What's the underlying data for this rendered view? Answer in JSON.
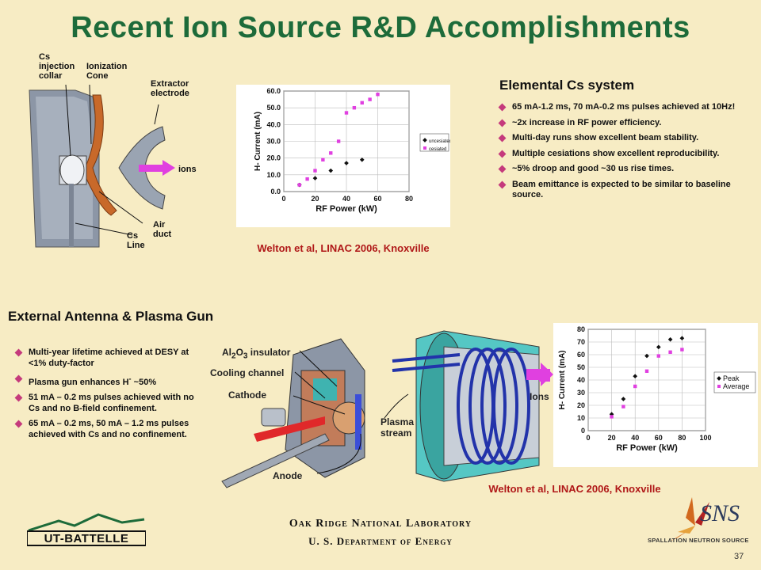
{
  "title": "Recent Ion Source R&D Accomplishments",
  "top_diagram": {
    "labels": {
      "cs_injection": "Cs injection collar",
      "ionization": "Ionization Cone",
      "extractor": "Extractor electrode",
      "ions": "ions",
      "air_duct": "Air duct",
      "cs_line": "Cs Line"
    }
  },
  "elemental": {
    "header": "Elemental Cs system",
    "bullets": [
      "65 mA-1.2 ms, 70 mA-0.2 ms pulses achieved at 10Hz!",
      "~2x increase in RF power efficiency.",
      "Multi-day runs show excellent beam stability.",
      "Multiple cesiations show excellent reproducibility.",
      "~5% droop and good ~30 us rise times.",
      "Beam emittance is expected to be similar to baseline source."
    ]
  },
  "citation_top": "Welton et al, LINAC 2006, Knoxville",
  "citation_bottom": "Welton et al, LINAC 2006, Knoxville",
  "external": {
    "header": "External Antenna & Plasma Gun",
    "bullets": [
      "Multi-year lifetime achieved at DESY at <1% duty-factor",
      "Plasma gun enhances H- ~50%",
      "51 mA – 0.2 ms pulses achieved with no Cs and no B-field confinement.",
      "65 mA – 0.2 ms, 50 mA – 1.2 ms pulses achieved with Cs and no confinement."
    ]
  },
  "bottom_diagram": {
    "labels": {
      "insulator": "Al2O3 insulator",
      "cooling": "Cooling channel",
      "cathode": "Cathode",
      "anode": "Anode",
      "plasma": "Plasma stream",
      "ions": "Ions"
    }
  },
  "footer": {
    "lab": "Oak Ridge National Laboratory",
    "doe": "U. S. Department of Energy",
    "ut": "UT-BATTELLE",
    "sns": "SNS",
    "sns_sub": "SPALLATION NEUTRON SOURCE",
    "page": "37"
  },
  "colors": {
    "title": "#1d6b3a",
    "citation": "#b01818",
    "bullet": "#c53a7c",
    "bg": "#f7ecc4"
  },
  "chart_data": [
    {
      "type": "scatter",
      "xlabel": "RF Power (kW)",
      "ylabel": "H- Current (mA)",
      "xlim": [
        0,
        80
      ],
      "ylim": [
        0,
        60
      ],
      "xticks": [
        0,
        20,
        40,
        60,
        80
      ],
      "yticks": [
        "0.0",
        "10.0",
        "20.0",
        "30.0",
        "40.0",
        "50.0",
        "60.0"
      ],
      "series": [
        {
          "name": "uncesiated",
          "color": "#111111",
          "marker": "diamond",
          "x": [
            10,
            20,
            30,
            40,
            50
          ],
          "y": [
            4,
            8,
            12.5,
            17,
            19
          ]
        },
        {
          "name": "cesiated",
          "color": "#e040e0",
          "marker": "square",
          "x": [
            10,
            15,
            20,
            25,
            30,
            35,
            40,
            45,
            50,
            55,
            60
          ],
          "y": [
            4,
            7.5,
            12.5,
            19,
            23,
            30,
            47,
            50,
            53,
            55,
            58
          ]
        }
      ],
      "legend": "inside-right"
    },
    {
      "type": "scatter",
      "xlabel": "RF Power (kW)",
      "ylabel": "H- Current (mA)",
      "xlim": [
        0,
        100
      ],
      "ylim": [
        0,
        80
      ],
      "xticks": [
        0,
        20,
        40,
        60,
        80,
        100
      ],
      "yticks": [
        "0",
        "10",
        "20",
        "30",
        "40",
        "50",
        "60",
        "70",
        "80"
      ],
      "series": [
        {
          "name": "Peak",
          "color": "#111111",
          "marker": "diamond",
          "x": [
            20,
            30,
            40,
            50,
            60,
            70,
            80
          ],
          "y": [
            13,
            25,
            43,
            59,
            66,
            72,
            73
          ]
        },
        {
          "name": "Average",
          "color": "#e040e0",
          "marker": "square",
          "x": [
            20,
            30,
            40,
            50,
            60,
            70,
            80
          ],
          "y": [
            11,
            19,
            35,
            47,
            59,
            62,
            64
          ]
        }
      ],
      "legend": "right"
    }
  ]
}
